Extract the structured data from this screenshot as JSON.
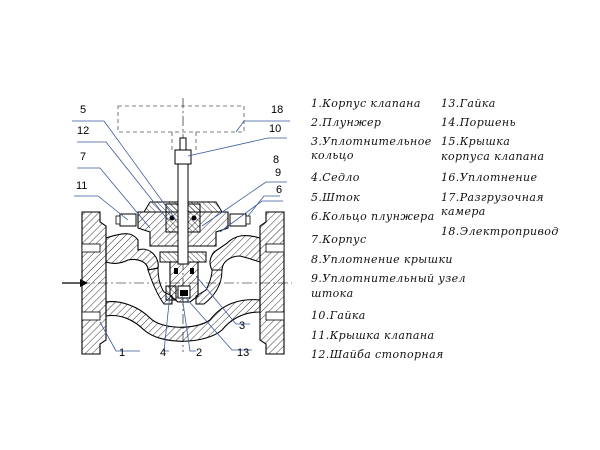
{
  "callouts": [
    "5",
    "12",
    "7",
    "11",
    "18",
    "10",
    "9",
    "8",
    "6",
    "1",
    "4",
    "2",
    "13",
    "3"
  ],
  "legend": [
    "1.Корпус клапана",
    "2.Плунжер",
    "3.Уплотнительное",
    "кольцо",
    "4.Седло",
    "5.Шток",
    "6.Кольцо плунжера",
    "7.Корпус",
    "8.Уплотнение крышки",
    "9.Уплотнительный узел",
    "штока",
    "10.Гайка",
    "11.Крышка клапана",
    "12.Шайба стопорная",
    "13.Гайка",
    "14.Поршень",
    "15.Крышка",
    "корпуса клапана",
    "16.Уплотнение",
    "17.Разгрузочная",
    "камера",
    "18.Электропривод"
  ],
  "colors": {
    "line": "#000000",
    "leader": "#3a5a9a",
    "hatch": "#000000"
  }
}
